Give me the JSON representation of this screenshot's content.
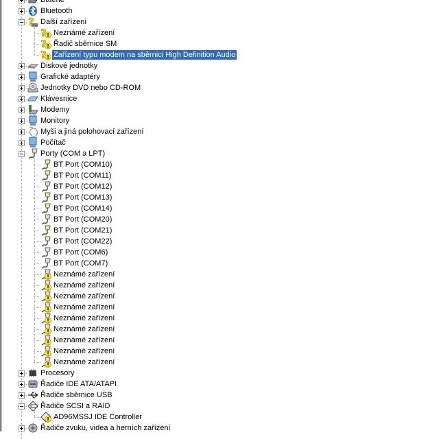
{
  "tree": {
    "categories": [
      {
        "label": "Baterie",
        "icon": "battery-icon",
        "expanded": false
      },
      {
        "label": "Bluetooth",
        "icon": "bluetooth-icon",
        "expanded": false
      },
      {
        "label": "Další zařízení",
        "icon": "unknown-device-icon",
        "expanded": true,
        "children": [
          {
            "label": "Neznámé zařízení",
            "icon": "warning-unknown-icon"
          },
          {
            "label": "Řadič sběrnice SM",
            "icon": "warning-unknown-icon"
          },
          {
            "label": "Zařízení typu modem na sběrnici High Definition Audio",
            "icon": "warning-unknown-icon",
            "selected": true
          }
        ]
      },
      {
        "label": "Diskové jednotky",
        "icon": "disk-drive-icon",
        "expanded": false
      },
      {
        "label": "Grafické adaptéry",
        "icon": "display-adapter-icon",
        "expanded": false
      },
      {
        "label": "Jednotky DVD nebo CD-ROM",
        "icon": "cdrom-icon",
        "expanded": false
      },
      {
        "label": "Klávesnice",
        "icon": "keyboard-icon",
        "expanded": false
      },
      {
        "label": "Modemy",
        "icon": "modem-icon",
        "expanded": false
      },
      {
        "label": "Monitory",
        "icon": "monitor-icon",
        "expanded": false
      },
      {
        "label": "Myši a jiná polohovací zařízení",
        "icon": "mouse-icon",
        "expanded": false
      },
      {
        "label": "Počítač",
        "icon": "computer-icon",
        "expanded": false
      },
      {
        "label": "Porty (COM a LPT)",
        "icon": "port-icon",
        "expanded": true,
        "children": [
          {
            "label": "BT Port (COM10)",
            "icon": "port-icon"
          },
          {
            "label": "BT Port (COM11)",
            "icon": "port-icon"
          },
          {
            "label": "BT Port (COM12)",
            "icon": "port-icon"
          },
          {
            "label": "BT Port (COM13)",
            "icon": "port-icon"
          },
          {
            "label": "BT Port (COM14)",
            "icon": "port-icon"
          },
          {
            "label": "BT Port (COM20)",
            "icon": "port-icon"
          },
          {
            "label": "BT Port (COM21)",
            "icon": "port-icon"
          },
          {
            "label": "BT Port (COM22)",
            "icon": "port-icon"
          },
          {
            "label": "BT Port (COM6)",
            "icon": "port-icon"
          },
          {
            "label": "BT Port (COM7)",
            "icon": "port-icon"
          },
          {
            "label": "Neznámé zařízení",
            "icon": "port-warning-icon"
          },
          {
            "label": "Neznámé zařízení",
            "icon": "port-warning-icon"
          },
          {
            "label": "Neznámé zařízení",
            "icon": "port-warning-icon"
          },
          {
            "label": "Neznámé zařízení",
            "icon": "port-warning-icon"
          },
          {
            "label": "Neznámé zařízení",
            "icon": "port-warning-icon"
          },
          {
            "label": "Neznámé zařízení",
            "icon": "port-warning-icon"
          },
          {
            "label": "Neznámé zařízení",
            "icon": "port-warning-icon"
          },
          {
            "label": "Neznámé zařízení",
            "icon": "port-warning-icon"
          },
          {
            "label": "Neznámé zařízení",
            "icon": "port-warning-icon"
          }
        ]
      },
      {
        "label": "Procesory",
        "icon": "processor-icon",
        "expanded": false
      },
      {
        "label": "Řadiče IDE ATA/ATAPI",
        "icon": "ide-controller-icon",
        "expanded": false
      },
      {
        "label": "Řadiče sběrnice USB",
        "icon": "usb-icon",
        "expanded": false
      },
      {
        "label": "Řadiče SCSI a RAID",
        "icon": "scsi-icon",
        "expanded": true,
        "children": [
          {
            "label": "AD96MSSJ IDE Controller",
            "icon": "scsi-warning-icon"
          }
        ]
      },
      {
        "label": "Řadiče zvuku, videa a herních zařízení",
        "icon": "sound-icon",
        "expanded": false
      }
    ]
  },
  "colors": {
    "selection": "#316ac5",
    "warning": "#ffe600"
  }
}
